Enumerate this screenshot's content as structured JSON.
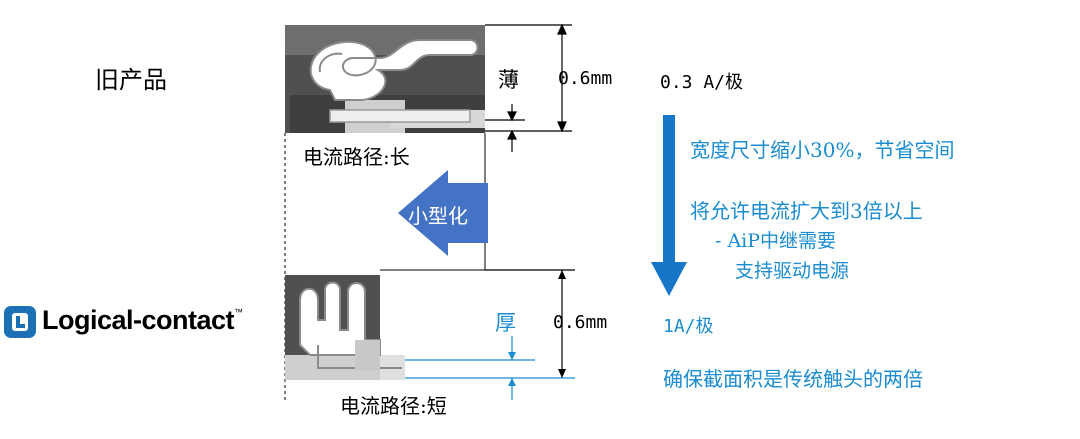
{
  "old_product": {
    "label": "旧产品",
    "thin_label": "薄",
    "thickness": "0.6mm",
    "current": "0.3 A/极",
    "path_label": "电流路径:长"
  },
  "arrow": {
    "label": "小型化"
  },
  "benefits": {
    "line1": "宽度尺寸缩小30%，节省空间",
    "line2": "将允许电流扩大到3倍以上",
    "line3": "- AiP中继需要",
    "line4": "支持驱动电源"
  },
  "new_product": {
    "logo_text": "Logical-contact",
    "logo_tm": "™",
    "thick_label": "厚",
    "thickness": "0.6mm",
    "current": "1A/极",
    "cross_section": "确保截面积是传统触头的两倍",
    "path_label": "电流路径:短"
  },
  "colors": {
    "cyan": "#1a8ccf",
    "arrow_blue": "#4472c4",
    "arrow_down": "#1677c8",
    "housing_dark": "#5a5a5a"
  },
  "icons": {
    "logo_mark": "logical-contact-logo-icon"
  }
}
